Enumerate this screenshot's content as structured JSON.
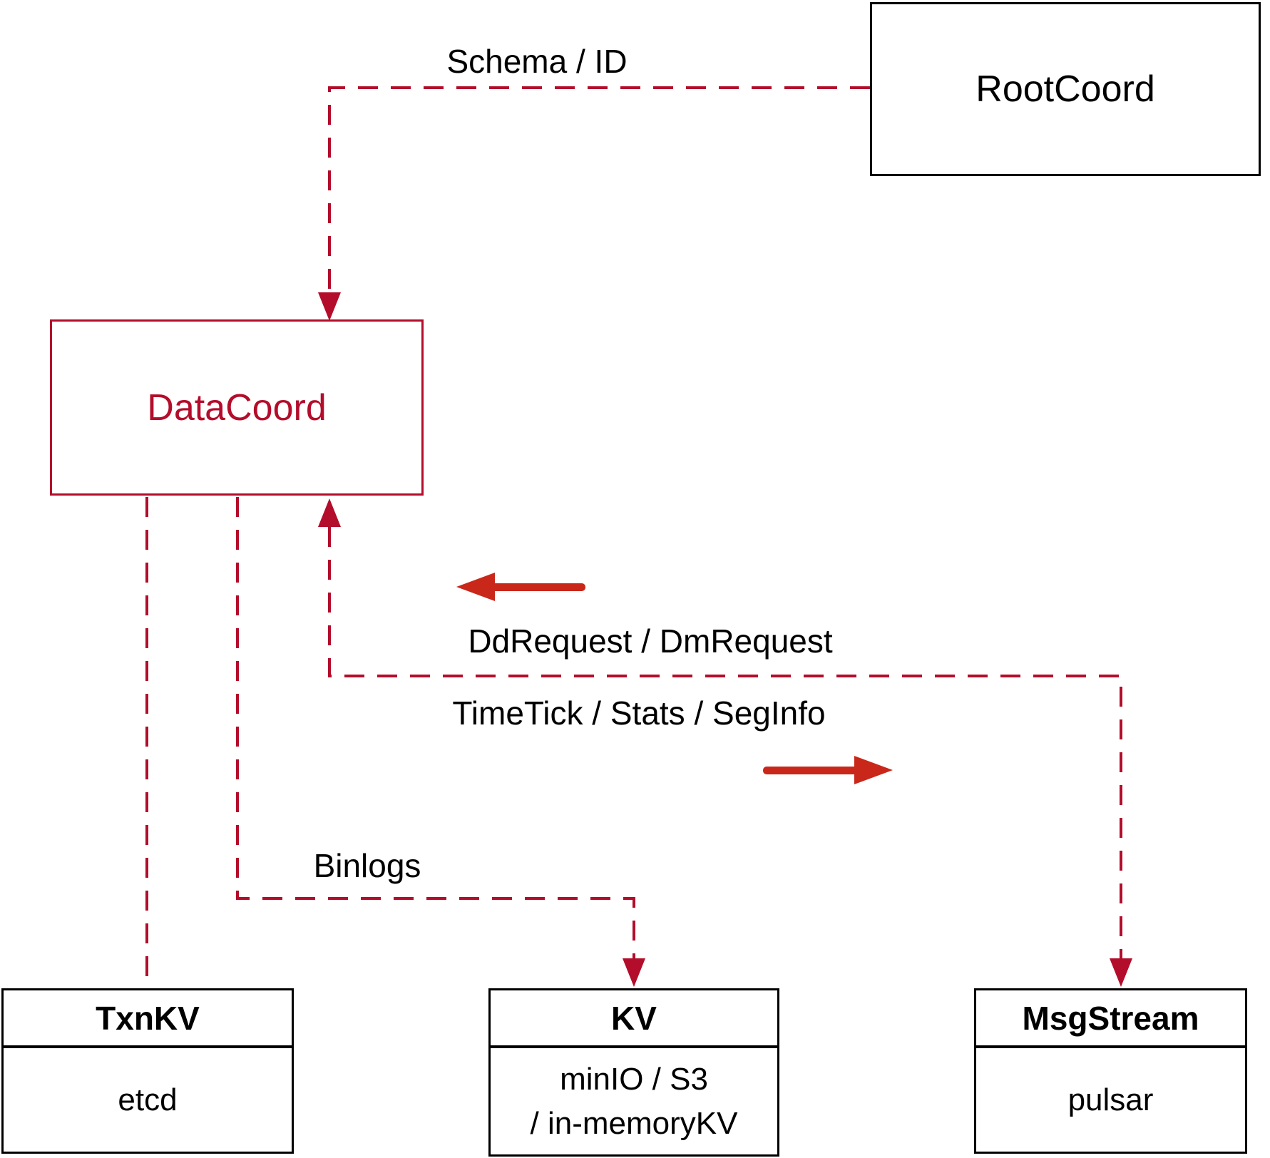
{
  "diagram": {
    "nodes": {
      "rootcoord": {
        "label": "RootCoord"
      },
      "datacoord": {
        "label": "DataCoord"
      },
      "txnkv": {
        "title": "TxnKV",
        "body_lines": [
          "etcd"
        ]
      },
      "kv": {
        "title": "KV",
        "body_lines": [
          "minIO / S3",
          "/ in-memoryKV"
        ]
      },
      "msgstream": {
        "title": "MsgStream",
        "body_lines": [
          "pulsar"
        ]
      }
    },
    "edge_labels": {
      "schema_id": "Schema / ID",
      "dd_dm_request": "DdRequest / DmRequest",
      "timetick_stats_seginfo": "TimeTick / Stats / SegInfo",
      "binlogs": "Binlogs"
    },
    "colors": {
      "dashed_line": "#b30d2b",
      "solid_arrow": "#c9271a",
      "box_border": "#000000",
      "datacoord_accent": "#b30d2b"
    }
  }
}
